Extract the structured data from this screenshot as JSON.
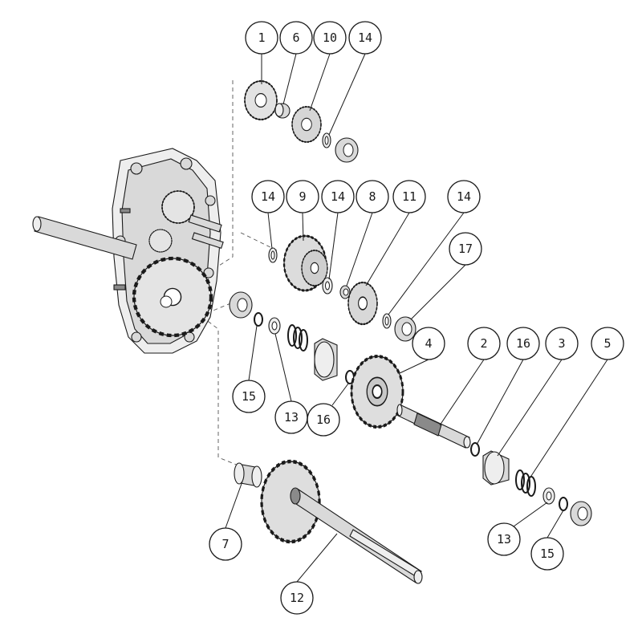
{
  "callouts": [
    {
      "id": "c1",
      "label": "1"
    },
    {
      "id": "c6",
      "label": "6"
    },
    {
      "id": "c10",
      "label": "10"
    },
    {
      "id": "c14a",
      "label": "14"
    },
    {
      "id": "c14b",
      "label": "14"
    },
    {
      "id": "c9",
      "label": "9"
    },
    {
      "id": "c14c",
      "label": "14"
    },
    {
      "id": "c8",
      "label": "8"
    },
    {
      "id": "c11",
      "label": "11"
    },
    {
      "id": "c14d",
      "label": "14"
    },
    {
      "id": "c17",
      "label": "17"
    },
    {
      "id": "c4",
      "label": "4"
    },
    {
      "id": "c2",
      "label": "2"
    },
    {
      "id": "c16a",
      "label": "16"
    },
    {
      "id": "c3",
      "label": "3"
    },
    {
      "id": "c5",
      "label": "5"
    },
    {
      "id": "c15a",
      "label": "15"
    },
    {
      "id": "c13a",
      "label": "13"
    },
    {
      "id": "c16b",
      "label": "16"
    },
    {
      "id": "c7",
      "label": "7"
    },
    {
      "id": "c12",
      "label": "12"
    },
    {
      "id": "c13b",
      "label": "13"
    },
    {
      "id": "c15b",
      "label": "15"
    }
  ]
}
